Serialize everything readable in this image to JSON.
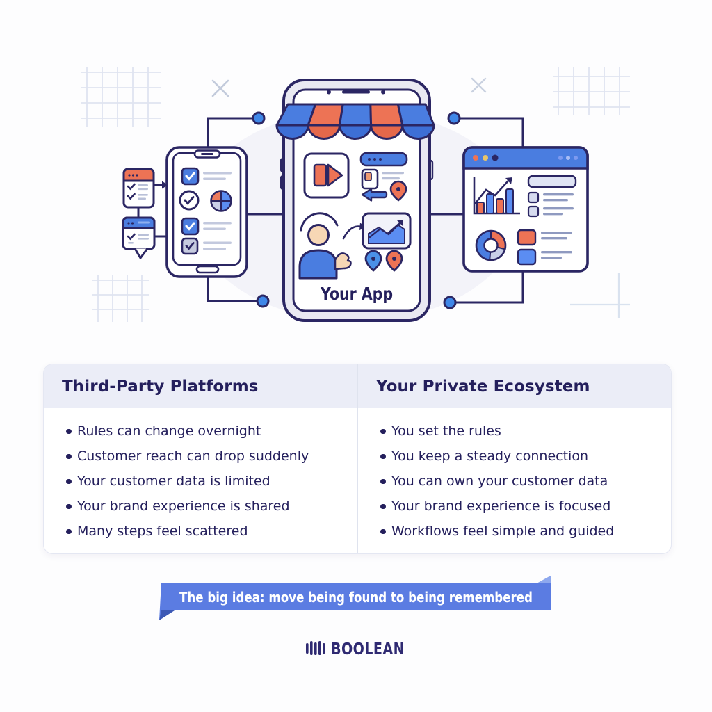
{
  "illustration": {
    "app_label": "Your App"
  },
  "comparison_table": {
    "columns": [
      {
        "title": "Third-Party Platforms",
        "items": [
          "Rules can change overnight",
          "Customer reach can drop suddenly",
          "Your customer data is limited",
          "Your brand experience is shared",
          "Many steps feel scattered"
        ]
      },
      {
        "title": "Your Private Ecosystem",
        "items": [
          "You set the rules",
          "You keep a steady connection",
          "You can own your customer data",
          "Your brand experience is focused",
          "Workflows feel simple and guided"
        ]
      }
    ]
  },
  "banner": {
    "text": "The big idea: move being found to being remembered"
  },
  "brand": {
    "name": "BOOLEAN"
  },
  "colors": {
    "accent_blue": "#4a7de0",
    "accent_orange": "#ed7355",
    "outline_navy": "#2b2663",
    "text_navy": "#241f5c",
    "banner_blue": "#5b7ce2",
    "header_band": "#ebedf7",
    "logo_navy": "#2f2a72"
  }
}
